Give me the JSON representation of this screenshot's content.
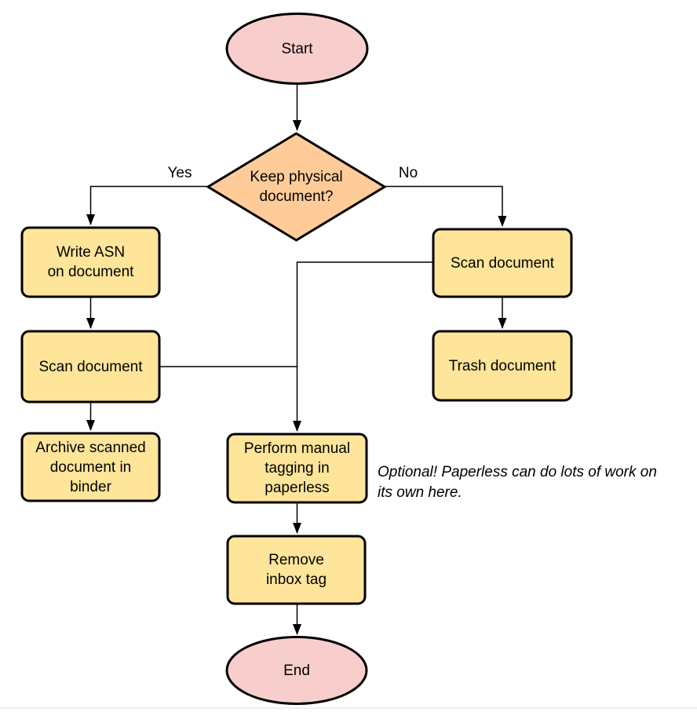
{
  "diagram": {
    "type": "flowchart",
    "title_implied": "Document scanning workflow",
    "start": {
      "label": "Start"
    },
    "decision": {
      "label": "Keep physical\ndocument?",
      "branches": {
        "yes": "Yes",
        "no": "No"
      }
    },
    "processes": {
      "write_asn": "Write ASN\non document",
      "scan_left": "Scan document",
      "archive": "Archive scanned\ndocument in\nbinder",
      "scan_right": "Scan document",
      "trash": "Trash document",
      "tagging": "Perform manual\ntagging in\npaperless",
      "remove_inbox": "Remove\ninbox tag"
    },
    "end": {
      "label": "End"
    },
    "note": "Optional! Paperless can do lots of work on\nits own here.",
    "colors": {
      "terminal_fill": "#f8cecc",
      "decision_fill": "#ffcc99",
      "process_fill": "#ffe599",
      "stroke": "#000000",
      "text": "#000000",
      "connector": "#000000"
    }
  }
}
